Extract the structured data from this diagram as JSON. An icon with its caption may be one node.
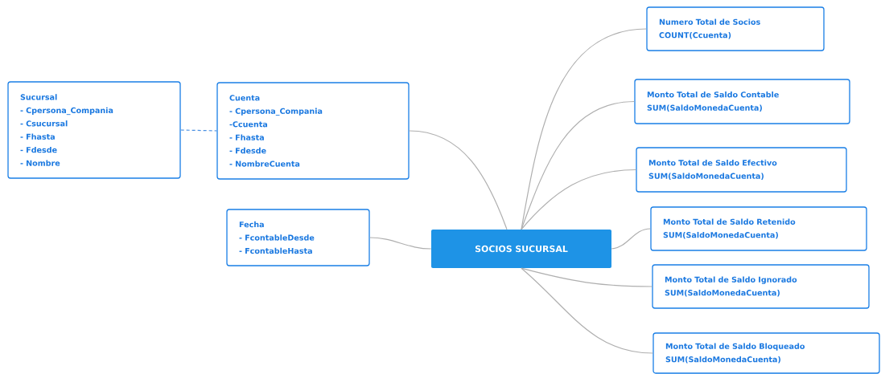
{
  "diagram": {
    "nodes": [
      {
        "text": [
          "SOCIOS SUCURSAL"
        ]
      },
      {
        "text": [
          "Sucursal",
          "- Cpersona_Compania",
          "- Csucursal",
          "- Fhasta",
          "- Fdesde",
          "- Nombre"
        ]
      },
      {
        "text": [
          "Cuenta",
          "- Cpersona_Compania",
          "-Ccuenta",
          "- Fhasta",
          "- Fdesde",
          "- NombreCuenta"
        ]
      },
      {
        "text": [
          "Fecha",
          "- FcontableDesde",
          "- FcontableHasta"
        ]
      },
      {
        "text": [
          "Numero Total de Socios",
          "COUNT(Ccuenta)"
        ]
      },
      {
        "text": [
          "Monto Total de Saldo Contable",
          "SUM(SaldoMonedaCuenta)"
        ]
      },
      {
        "text": [
          "Monto Total de Saldo Efectivo",
          "SUM(SaldoMonedaCuenta)"
        ]
      },
      {
        "text": [
          "Monto Total de Saldo Retenido",
          "SUM(SaldoMonedaCuenta)"
        ]
      },
      {
        "text": [
          "Monto Total de Saldo Ignorado",
          "SUM(SaldoMonedaCuenta)"
        ]
      },
      {
        "text": [
          "Monto Total de Saldo Bloqueado",
          "SUM(SaldoMonedaCuenta)"
        ]
      }
    ],
    "edges": [
      {
        "from": 1,
        "to": 2,
        "arrow": "none",
        "style": "dashed",
        "color": "#4a90e2"
      },
      {
        "from": 2,
        "to": 0,
        "arrow": "none"
      },
      {
        "from": 3,
        "to": 0,
        "arrow": "none"
      },
      {
        "from": 0,
        "to": 4,
        "arrow": "none"
      },
      {
        "from": 0,
        "to": 5,
        "arrow": "none"
      },
      {
        "from": 0,
        "to": 6,
        "arrow": "none"
      },
      {
        "from": 0,
        "to": 7,
        "arrow": "none"
      },
      {
        "from": 0,
        "to": 8,
        "arrow": "none"
      },
      {
        "from": 0,
        "to": 9,
        "arrow": "none"
      }
    ]
  }
}
